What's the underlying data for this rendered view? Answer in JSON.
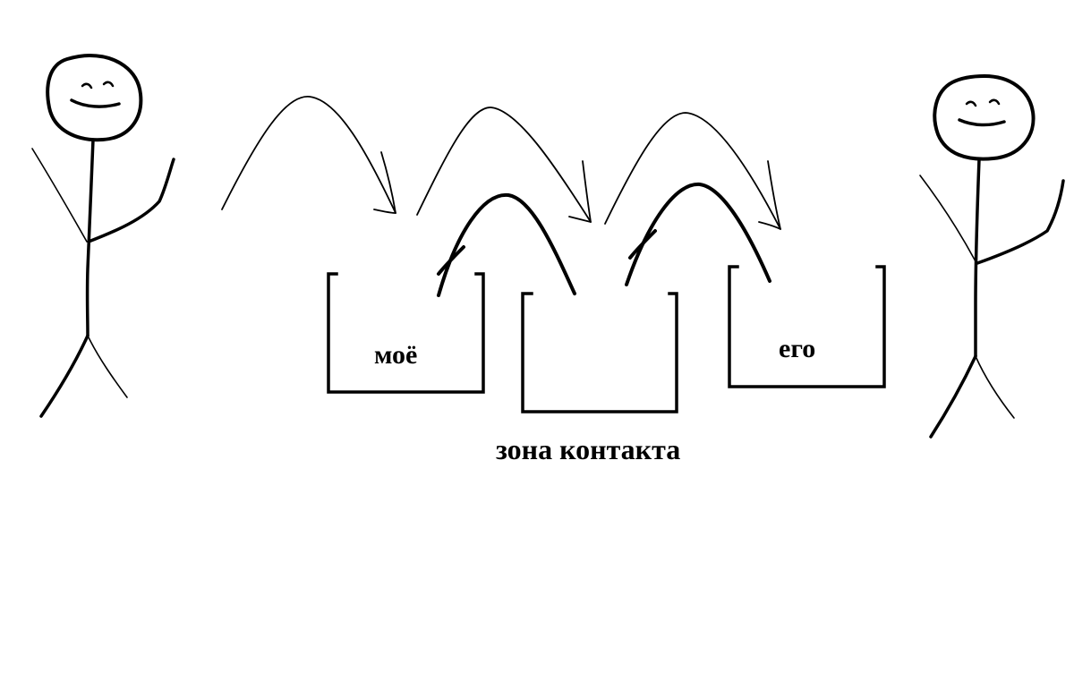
{
  "diagram": {
    "labels": {
      "mine": "моё",
      "his": "его",
      "contact_zone": "зона контакта"
    },
    "figures": [
      {
        "name": "left-person"
      },
      {
        "name": "right-person"
      }
    ],
    "boxes": [
      {
        "name": "mine-box"
      },
      {
        "name": "contact-zone-box"
      },
      {
        "name": "his-box"
      }
    ],
    "arrows": [
      {
        "name": "arrow-from-left-person-to-mine",
        "style": "thin"
      },
      {
        "name": "arrow-from-mine-to-contact-zone",
        "style": "thin"
      },
      {
        "name": "arrow-from-contact-zone-to-his",
        "style": "thin"
      },
      {
        "name": "arrow-from-contact-zone-to-mine",
        "style": "thick"
      },
      {
        "name": "arrow-from-his-to-contact-zone",
        "style": "thick"
      }
    ],
    "colors": {
      "stroke": "#000000",
      "background": "#ffffff"
    }
  }
}
